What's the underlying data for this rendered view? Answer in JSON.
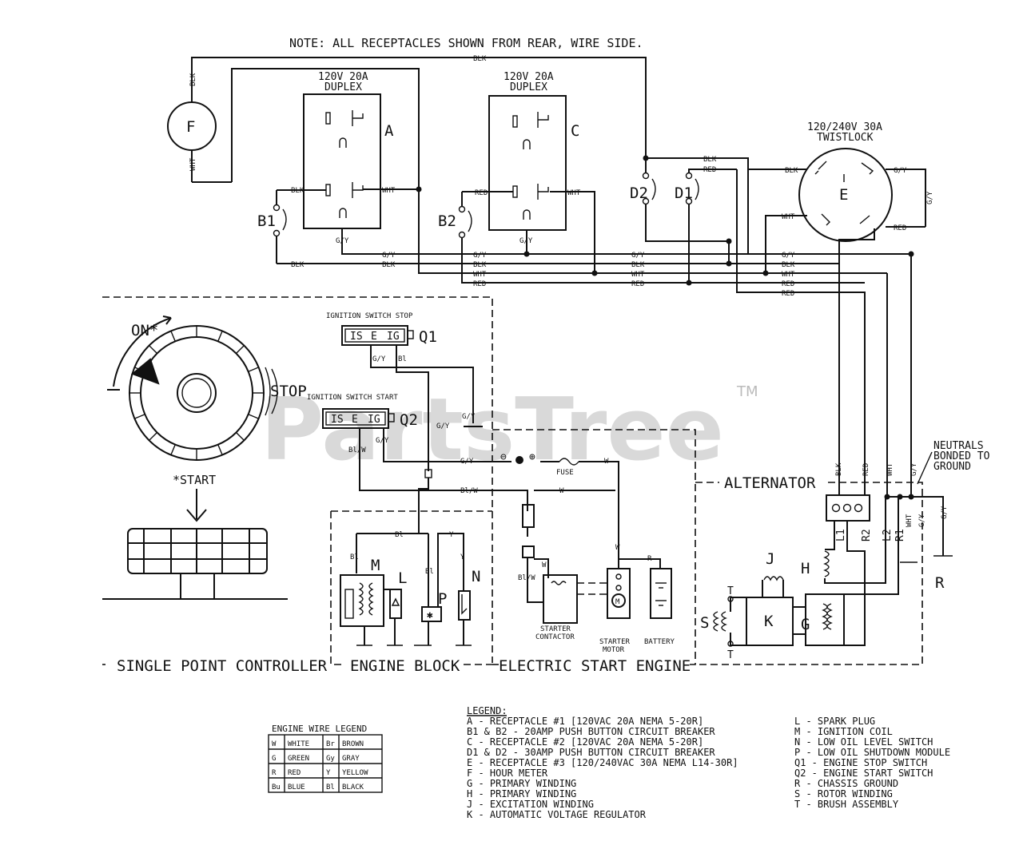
{
  "note": "NOTE: ALL RECEPTACLES SHOWN FROM REAR, WIRE SIDE.",
  "watermark": "PartsTree",
  "watermark_tm": "TM",
  "colors": {
    "line": "#111111",
    "watermark": "#d9d9d9"
  },
  "components": {
    "F": "F",
    "A": "A",
    "C": "C",
    "E": "E",
    "B1": "B1",
    "B2": "B2",
    "D1": "D1",
    "D2": "D2",
    "Q1": "Q1",
    "Q2": "Q2",
    "M": "M",
    "L": "L",
    "P": "P",
    "N": "N",
    "K": "K",
    "G": "G",
    "H": "H",
    "J": "J",
    "S": "S",
    "R": "R"
  },
  "receptacles": {
    "a_rating": "120V 20A",
    "a_type": "DUPLEX",
    "c_rating": "120V 20A",
    "c_type": "DUPLEX",
    "e_rating": "120/240V 30A",
    "e_type": "TWISTLOCK"
  },
  "wires": {
    "blk": "BLK",
    "wht": "WHT",
    "red": "RED",
    "gy": "G/Y",
    "bl": "Bl",
    "blw": "Bl/W",
    "y": "Y",
    "w": "W",
    "r": "R"
  },
  "ignition": {
    "stop": "IGNITION SWITCH STOP",
    "start": "IGNITION SWITCH START",
    "t_is": "IS",
    "t_e": "E",
    "t_ig": "IG"
  },
  "controller": {
    "on": "ON*",
    "stop": "STOP",
    "start": "*START"
  },
  "labels": {
    "fuse": "FUSE",
    "starter_contactor_1": "STARTER",
    "starter_contactor_2": "CONTACTOR",
    "starter_motor_1": "STARTER",
    "starter_motor_2": "MOTOR",
    "battery": "BATTERY",
    "alternator": "ALTERNATOR",
    "neutrals_1": "NEUTRALS",
    "neutrals_2": "BONDED TO",
    "neutrals_3": "GROUND",
    "l1": "L1",
    "r2": "R2",
    "l2": "L2",
    "r1": "R1",
    "minus": "⊖",
    "plus": "⊕"
  },
  "sections": {
    "single_point": "SINGLE POINT CONTROLLER",
    "engine_block": "ENGINE BLOCK",
    "electric_start": "ELECTRIC START ENGINE"
  },
  "wire_legend": {
    "title": "ENGINE WIRE LEGEND",
    "rows": [
      [
        "W",
        "WHITE",
        "Br",
        "BROWN"
      ],
      [
        "G",
        "GREEN",
        "Gy",
        "GRAY"
      ],
      [
        "R",
        "RED",
        "Y",
        "YELLOW"
      ],
      [
        "Bu",
        "BLUE",
        "Bl",
        "BLACK"
      ]
    ]
  },
  "legend": {
    "title": "LEGEND:",
    "left": [
      "A - RECEPTACLE #1 [120VAC 20A NEMA 5-20R]",
      "B1 & B2 - 20AMP PUSH BUTTON CIRCUIT BREAKER",
      "C - RECEPTACLE #2 [120VAC 20A NEMA 5-20R]",
      "D1 & D2 - 30AMP PUSH BUTTON CIRCUIT BREAKER",
      "E - RECEPTACLE #3 [120/240VAC 30A NEMA L14-30R]",
      "F - HOUR METER",
      "G - PRIMARY WINDING",
      "H - PRIMARY WINDING",
      "J - EXCITATION WINDING",
      "K - AUTOMATIC VOLTAGE REGULATOR"
    ],
    "right": [
      "L - SPARK PLUG",
      "M - IGNITION COIL",
      "N - LOW OIL LEVEL SWITCH",
      "P - LOW OIL SHUTDOWN MODULE",
      "Q1 - ENGINE STOP SWITCH",
      "Q2 - ENGINE START SWITCH",
      "R - CHASSIS GROUND",
      "S - ROTOR WINDING",
      "T - BRUSH ASSEMBLY"
    ]
  }
}
